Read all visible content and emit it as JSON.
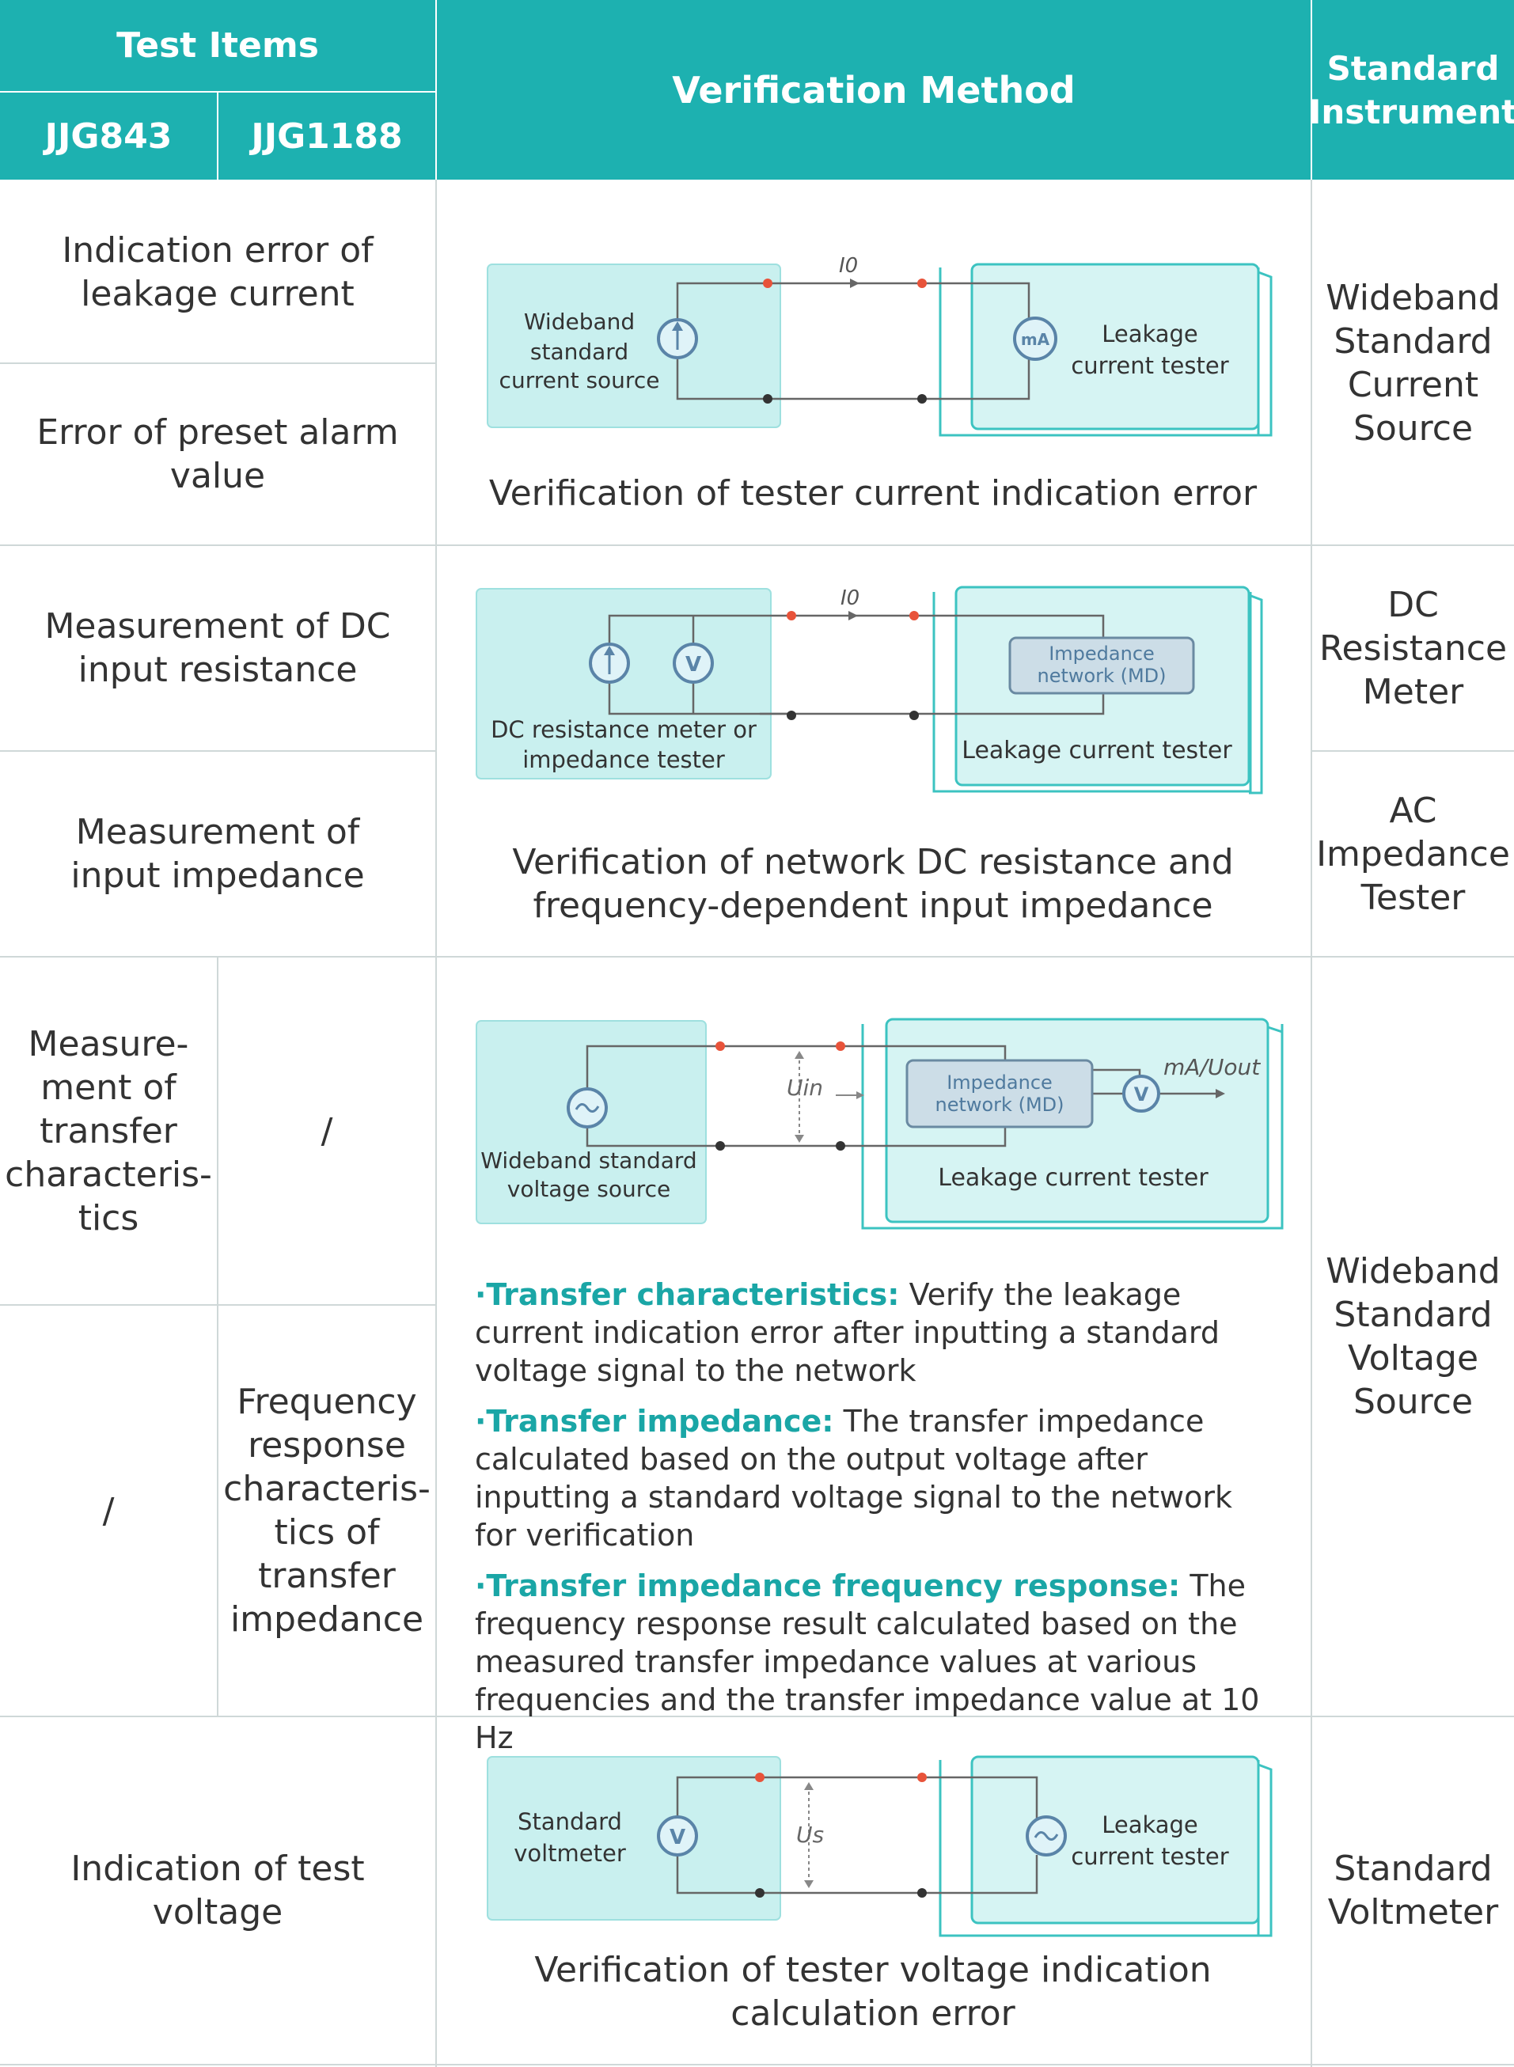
{
  "header": {
    "test_items": "Test Items",
    "jjg843": "JJG843",
    "jjg1188": "JJG1188",
    "verification_method": "Verification Method",
    "standard_instrument": "Standard Instrument"
  },
  "rows": {
    "r1": {
      "item_a": "Indication error of leakage current",
      "item_b": "Error of preset alarm value",
      "caption": "Verification of tester current indication error",
      "instrument": "Wideband Standard Current Source",
      "diagram": {
        "source_label_1": "Wideband",
        "source_label_2": "standard",
        "source_label_3": "current source",
        "tester_label_1": "Leakage",
        "tester_label_2": "current tester",
        "meter": "mA",
        "current": "I0"
      }
    },
    "r2": {
      "item_a": "Measurement of DC input resistance",
      "item_b": "Measurement of input impedance",
      "caption": "Verification of network DC resistance and frequency-dependent input impedance",
      "instrument_a": "DC Resistance Meter",
      "instrument_b": "AC Impedance Tester",
      "diagram": {
        "source_label_1": "DC resistance meter or",
        "source_label_2": "impedance tester",
        "network_1": "Impedance",
        "network_2": "network (MD)",
        "tester_label": "Leakage current tester",
        "voltmeter": "V",
        "current": "I0"
      }
    },
    "r3": {
      "item_843": "Measure-ment of transfer characteris-tics",
      "item_1188_a": "/",
      "item_843_b": "/",
      "item_1188_b": "Frequency response characteris-tics of transfer impedance",
      "instrument": "Wideband Standard Voltage Source",
      "diagram": {
        "source_label_1": "Wideband standard",
        "source_label_2": "voltage source",
        "network_1": "Impedance",
        "network_2": "network (MD)",
        "tester_label": "Leakage current tester",
        "voltage_in": "Uin",
        "output": "mA/Uout",
        "voltmeter": "V"
      },
      "bullets": [
        {
          "title": "·Transfer characteristics:",
          "text": " Verify the leakage current indication error after inputting a standard voltage signal to the network"
        },
        {
          "title": "·Transfer impedance:",
          "text": " The transfer impedance calculated based on the output voltage after inputting a standard voltage signal to the network for verification"
        },
        {
          "title": "·Transfer impedance frequency response:",
          "text": " The frequency response result calculated based on the measured transfer impedance values at various frequencies and the transfer impedance value at 10 Hz"
        }
      ]
    },
    "r4": {
      "item": "Indication of test voltage",
      "caption": "Verification of tester voltage indication calculation error",
      "instrument": "Standard Voltmeter",
      "diagram": {
        "source_label_1": "Standard",
        "source_label_2": "voltmeter",
        "tester_label_1": "Leakage",
        "tester_label_2": "current tester",
        "voltmeter": "V",
        "voltage": "Us"
      }
    }
  },
  "colors": {
    "header": "#1db1b0",
    "box_fill": "#c9f0ef",
    "accent_text": "#1aa6a6",
    "dot_red": "#e8533a"
  }
}
